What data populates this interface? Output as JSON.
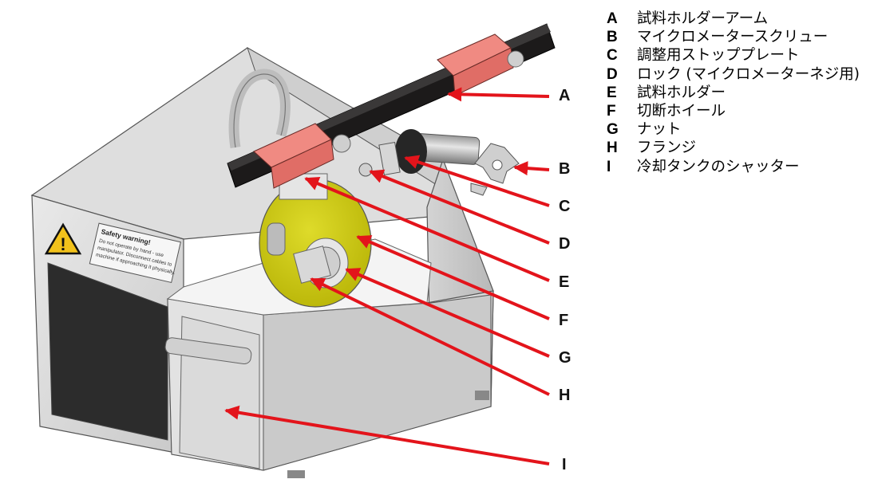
{
  "legend": [
    {
      "letter": "A",
      "text": "試料ホルダーアーム"
    },
    {
      "letter": "B",
      "text": "マイクロメータースクリュー"
    },
    {
      "letter": "C",
      "text": "調整用ストッププレート"
    },
    {
      "letter": "D",
      "text": "ロック (マイクロメーターネジ用)"
    },
    {
      "letter": "E",
      "text": "試料ホルダー"
    },
    {
      "letter": "F",
      "text": "切断ホイール"
    },
    {
      "letter": "G",
      "text": "ナット"
    },
    {
      "letter": "H",
      "text": "フランジ"
    },
    {
      "letter": "I",
      "text": "冷却タンクのシャッター"
    }
  ],
  "callouts": [
    "A",
    "B",
    "C",
    "D",
    "E",
    "F",
    "G",
    "H",
    "I"
  ],
  "warning_label": {
    "title": "Safety warning!",
    "body": [
      "Do not operate by hand - use",
      "manipulator. Disconnect cables to",
      "machine if approaching it physically."
    ]
  },
  "colors": {
    "arrow": "#e3141b",
    "wheel": "#cfcc12",
    "holder": "#e8776f",
    "arm": "#1c1a1a"
  }
}
